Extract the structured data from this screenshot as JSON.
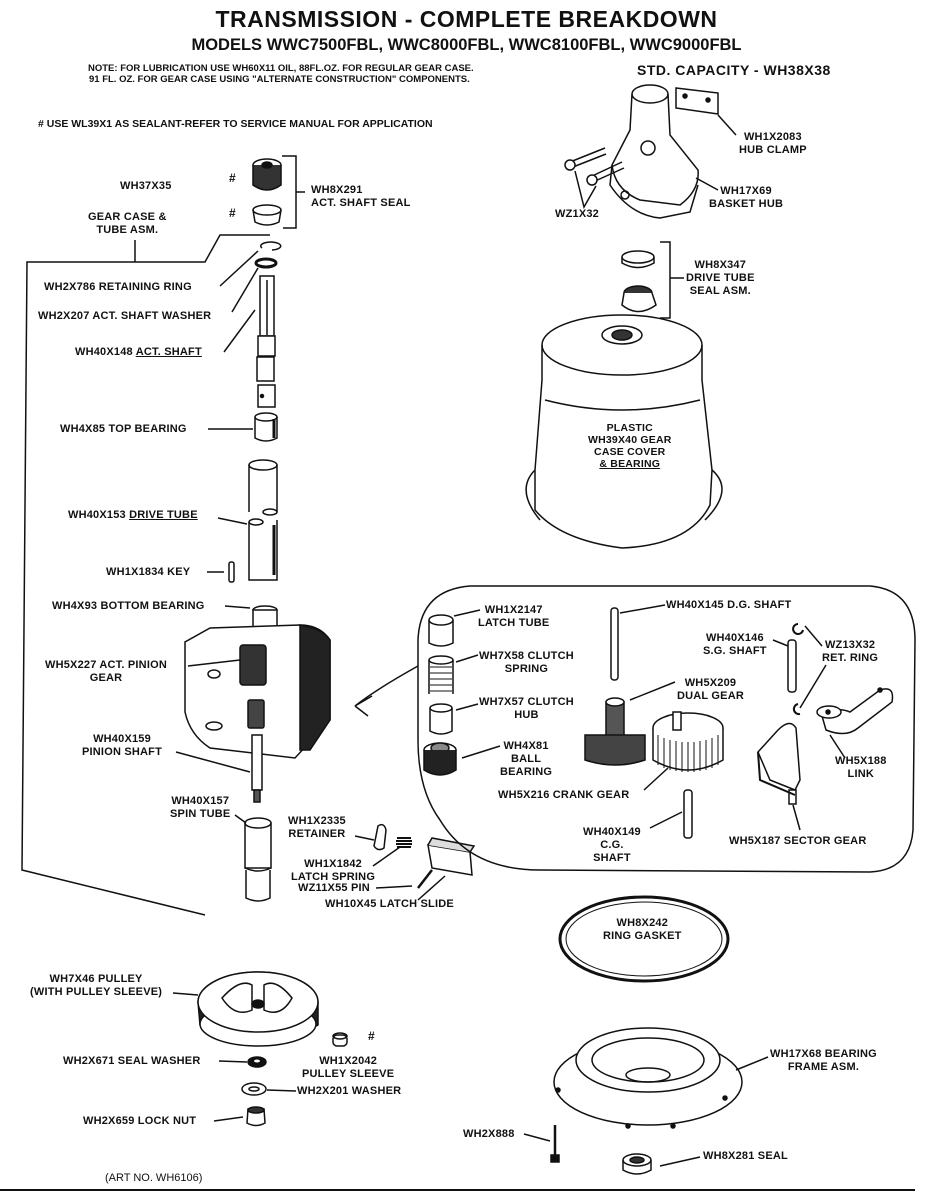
{
  "header": {
    "title": "TRANSMISSION - COMPLETE BREAKDOWN",
    "models": "MODELS  WWC7500FBL,  WWC8000FBL, WWC8100FBL, WWC9000FBL",
    "note_line1": "NOTE:  FOR LUBRICATION USE WH60X11 OIL, 88FL.OZ. FOR REGULAR GEAR CASE.",
    "note_line2": "91 FL. OZ. FOR GEAR CASE USING \"ALTERNATE CONSTRUCTION\" COMPONENTS.",
    "capacity": "STD.  CAPACITY  -  WH38X38",
    "sealant_note": "# USE WL39X1 AS SEALANT-REFER TO SERVICE MANUAL FOR APPLICATION"
  },
  "parts": {
    "wh37x35": "WH37X35",
    "hash": "#",
    "act_shaft_seal_num": "WH8X291",
    "act_shaft_seal_name": "ACT. SHAFT SEAL",
    "gear_case_1": "GEAR CASE &",
    "gear_case_2": "TUBE ASM.",
    "retaining_ring": "WH2X786 RETAINING RING",
    "act_shaft_washer": "WH2X207 ACT. SHAFT WASHER",
    "act_shaft_num": "WH40X148 ",
    "act_shaft_name": "ACT. SHAFT",
    "top_bearing": "WH4X85 TOP BEARING",
    "drive_tube_num": "WH40X153 ",
    "drive_tube_name": "DRIVE TUBE",
    "key": "WH1X1834 KEY",
    "bottom_bearing": "WH4X93 BOTTOM BEARING",
    "pinion_gear_1": "WH5X227 ACT. PINION",
    "pinion_gear_2": "GEAR",
    "pinion_shaft_1": "WH40X159",
    "pinion_shaft_2": "PINION SHAFT",
    "spin_tube_1": "WH40X157",
    "spin_tube_2": "SPIN TUBE",
    "retainer_1": "WH1X2335",
    "retainer_2": "RETAINER",
    "latch_spring_1": "WH1X1842",
    "latch_spring_2": "LATCH SPRING",
    "pin": "WZ11X55 PIN",
    "latch_slide": "WH10X45 LATCH SLIDE",
    "hub_clamp_1": "WH1X2083",
    "hub_clamp_2": "HUB CLAMP",
    "basket_hub_1": "WH17X69",
    "basket_hub_2": "BASKET HUB",
    "wz1x32": "WZ1X32",
    "drive_tube_seal_1": "WH8X347",
    "drive_tube_seal_2": "DRIVE TUBE",
    "drive_tube_seal_3": "SEAL ASM.",
    "gear_cover_1": "PLASTIC",
    "gear_cover_2": "WH39X40 GEAR",
    "gear_cover_3": "CASE COVER",
    "gear_cover_4": "& BEARING",
    "latch_tube_1": "WH1X2147",
    "latch_tube_2": "LATCH TUBE",
    "clutch_spring_1": "WH7X58 CLUTCH",
    "clutch_spring_2": "SPRING",
    "clutch_hub_1": "WH7X57 CLUTCH",
    "clutch_hub_2": "HUB",
    "ball_bearing_1": "WH4X81",
    "ball_bearing_2": "BALL",
    "ball_bearing_3": "BEARING",
    "dg_shaft": "WH40X145 D.G. SHAFT",
    "sg_shaft_1": "WH40X146",
    "sg_shaft_2": "S.G. SHAFT",
    "ret_ring_1": "WZ13X32",
    "ret_ring_2": "RET. RING",
    "dual_gear_1": "WH5X209",
    "dual_gear_2": "DUAL GEAR",
    "crank_gear": "WH5X216 CRANK GEAR",
    "cg_shaft_1": "WH40X149",
    "cg_shaft_2": "C.G.",
    "cg_shaft_3": "SHAFT",
    "link_1": "WH5X188",
    "link_2": "LINK",
    "sector_gear": "WH5X187 SECTOR GEAR",
    "ring_gasket_1": "WH8X242",
    "ring_gasket_2": "RING GASKET",
    "pulley_1": "WH7X46 PULLEY",
    "pulley_2": "(WITH PULLEY SLEEVE)",
    "seal_washer": "WH2X671 SEAL WASHER",
    "pulley_sleeve_1": "WH1X2042",
    "pulley_sleeve_2": "PULLEY SLEEVE",
    "washer": "WH2X201 WASHER",
    "lock_nut": "WH2X659 LOCK NUT",
    "bearing_frame_1": "WH17X68 BEARING",
    "bearing_frame_2": "FRAME ASM.",
    "wh2x888": "WH2X888",
    "seal": "WH8X281 SEAL"
  },
  "footer": {
    "art_no": "(ART NO. WH6106)"
  }
}
